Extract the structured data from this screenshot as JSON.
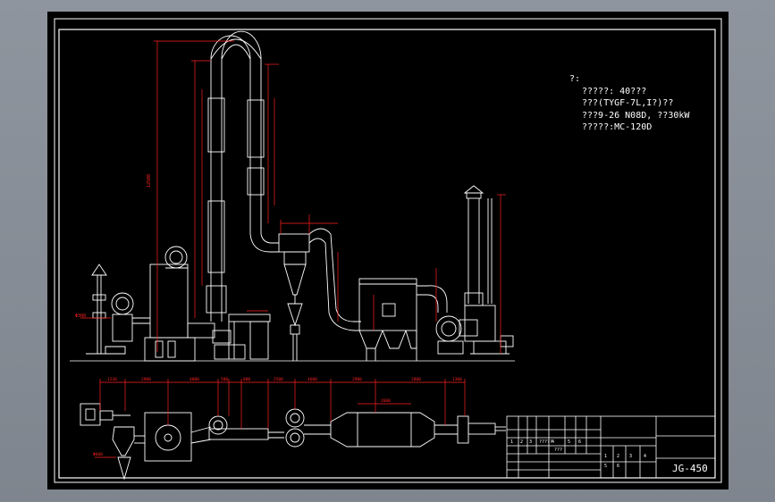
{
  "notes": {
    "heading": "?:",
    "lines": [
      "?????: 40???",
      "???(TYGF-7L,I?)??",
      "???9-26 N08D, ??30kW",
      "?????:MC-120D"
    ]
  },
  "drawing_number": "JG-450",
  "dim_labels": {
    "d_left_valve": "Φ300",
    "d_lower_left": "Φ600",
    "top_spans": [
      "1230",
      "2900",
      "4800",
      "500",
      "800",
      "2500",
      "4600",
      "2900",
      "2800",
      "1300"
    ],
    "main_width": "2600",
    "total_height": "12500"
  },
  "title_block": {
    "row_a": [
      "1",
      "2",
      "3",
      "?????",
      "4",
      "5",
      "6"
    ],
    "row_b": [
      "???"
    ],
    "right_cells": [
      "1",
      "2",
      "3",
      "4",
      "5",
      "6"
    ]
  },
  "colors": {
    "sheet": "#000000",
    "frame": "#ffffff",
    "dimension": "#ff2020",
    "outline": "#ffffff"
  }
}
